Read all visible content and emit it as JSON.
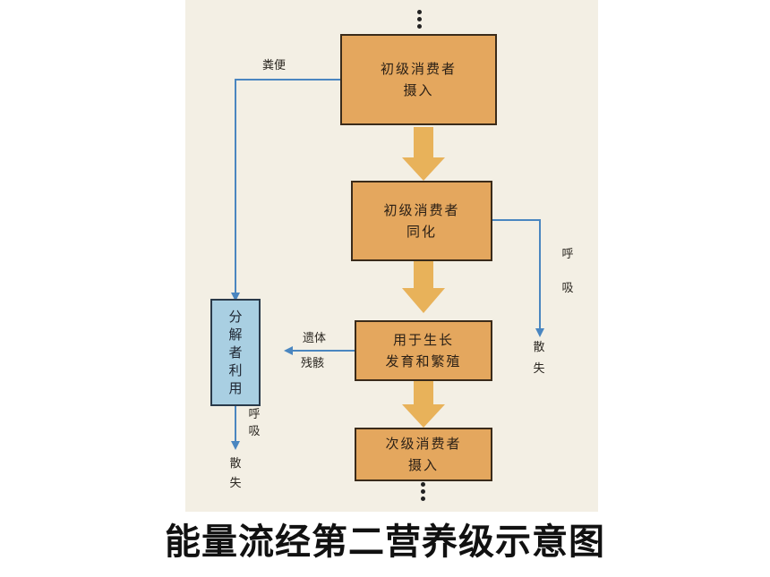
{
  "boxes": {
    "primary_intake": [
      "初级消费者",
      "摄入"
    ],
    "primary_assimilation": [
      "初级消费者",
      "同化"
    ],
    "growth": [
      "用于生长",
      "发育和繁殖"
    ],
    "secondary_intake": [
      "次级消费者",
      "摄入"
    ],
    "decomposer": [
      "分",
      "解",
      "者",
      "利",
      "用"
    ]
  },
  "labels": {
    "feces": "粪便",
    "remains_1": "遗体",
    "remains_2": "残骸",
    "respiration_right_1": "呼",
    "respiration_right_2": "吸",
    "dissipation_right_1": "散",
    "dissipation_right_2": "失",
    "respiration_left_1": "呼",
    "respiration_left_2": "吸",
    "dissipation_left_1": "散",
    "dissipation_left_2": "失"
  },
  "caption": "能量流经第二营养级示意图",
  "colors": {
    "box_fill": "#e4a75e",
    "decomposer_fill": "#a9cfe2",
    "flow_arrow": "#e8b25a",
    "side_arrow": "#4a86c0"
  }
}
